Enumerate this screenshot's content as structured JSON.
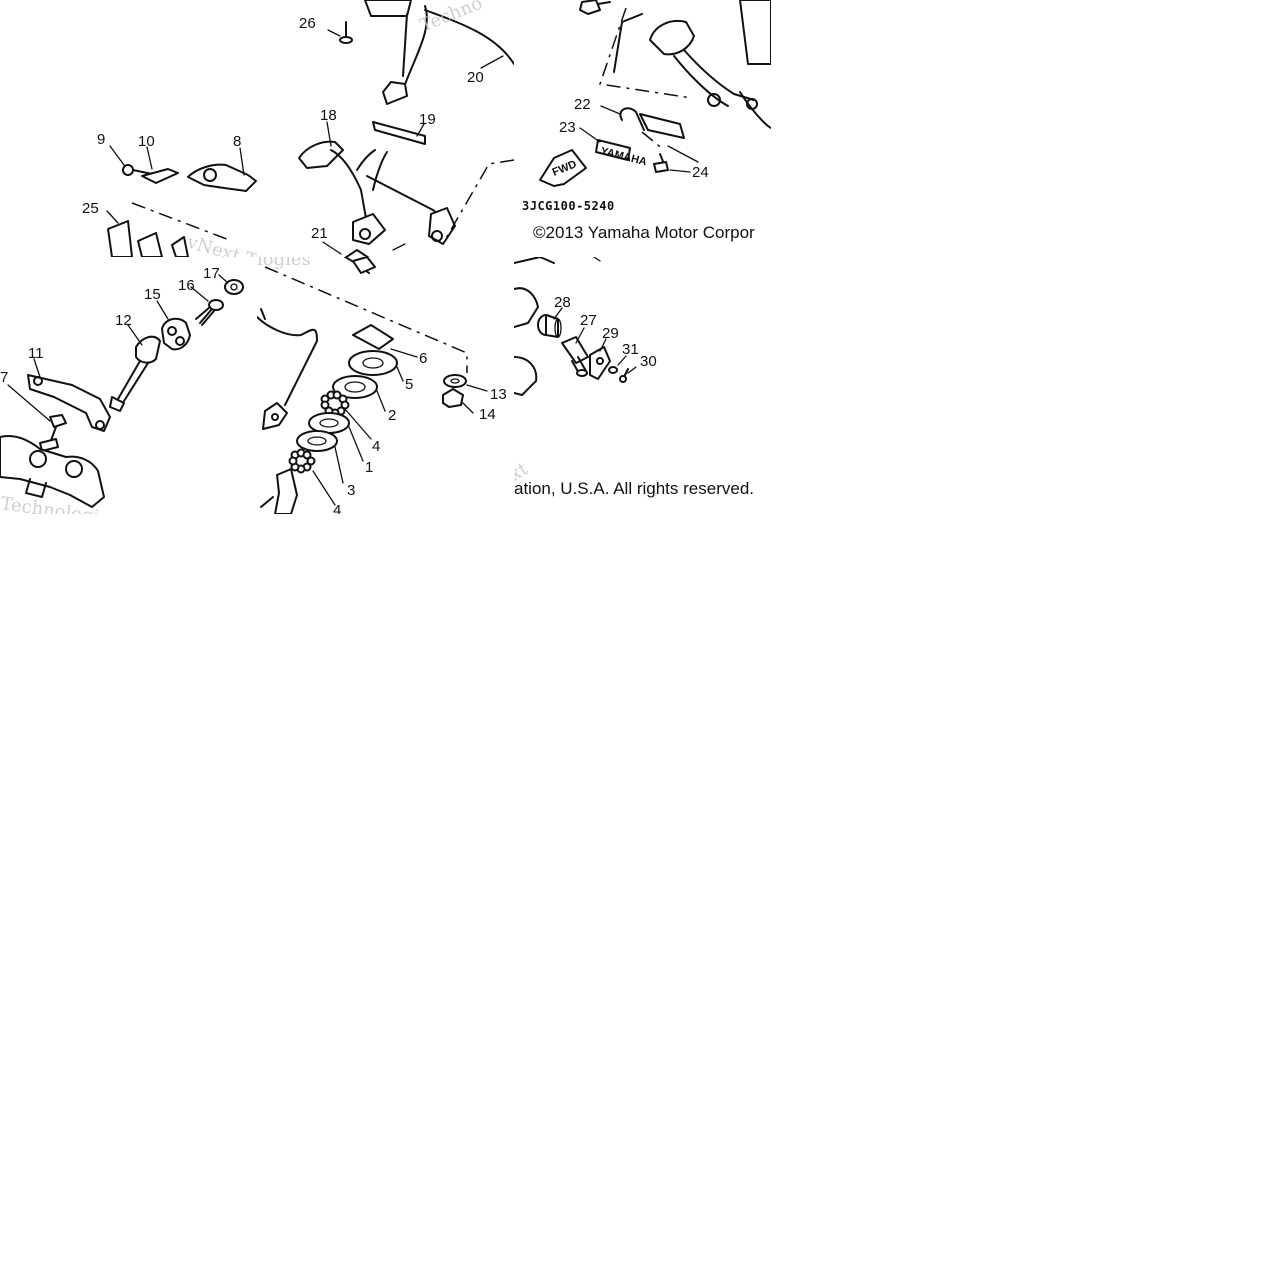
{
  "diagram": {
    "part_labels": [
      "1",
      "2",
      "3",
      "4",
      "5",
      "6",
      "7",
      "8",
      "9",
      "10",
      "11",
      "12",
      "13",
      "14",
      "15",
      "16",
      "17",
      "18",
      "19",
      "20",
      "21",
      "22",
      "23",
      "24",
      "25",
      "26",
      "27",
      "28",
      "29",
      "30",
      "31"
    ],
    "repeated_labels": {
      "4b": "4"
    },
    "diagram_code": "3JCG100-5240",
    "copyright_start": "©2013 Yamaha Motor Corpor",
    "copyright_end": "ation, U.S.A. All rights reserved.",
    "decal_fwd": "FWD",
    "decal_brand": "YAMAHA",
    "watermark_fragments": [
      "Techno",
      "vNext Tec",
      "logies",
      "Technologies",
      "xt"
    ]
  }
}
